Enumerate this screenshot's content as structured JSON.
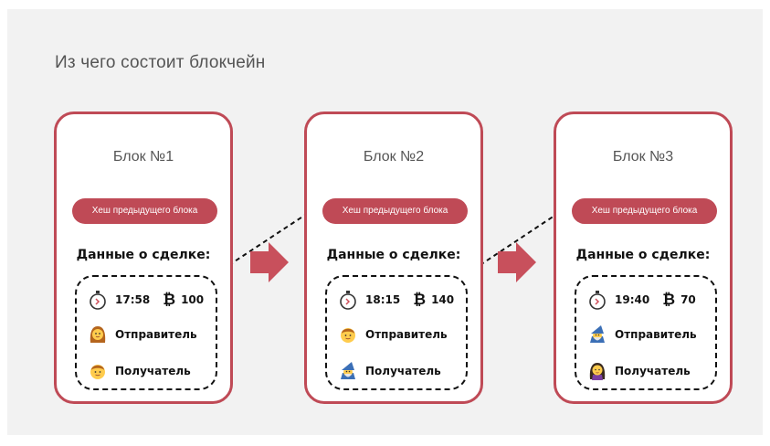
{
  "title": "Из чего состоит блокчейн",
  "colors": {
    "accent": "#bf4a56",
    "background": "#f2f2f2",
    "text": "#555555"
  },
  "blocks": [
    {
      "title": "Блок №1",
      "hash_label": "Хеш предыдущего блока",
      "deal_label": "Данные о сделке:",
      "time": "17:58",
      "btc_symbol": "₿",
      "amount": "100",
      "sender": {
        "label": "Отправитель",
        "icon": "woman-icon"
      },
      "receiver": {
        "label": "Получатель",
        "icon": "man-icon"
      }
    },
    {
      "title": "Блок №2",
      "hash_label": "Хеш предыдущего блока",
      "deal_label": "Данные о сделке:",
      "time": "18:15",
      "btc_symbol": "₿",
      "amount": "140",
      "sender": {
        "label": "Отправитель",
        "icon": "man-icon"
      },
      "receiver": {
        "label": "Получатель",
        "icon": "wizard-icon"
      }
    },
    {
      "title": "Блок №3",
      "hash_label": "Хеш предыдущего блока",
      "deal_label": "Данные о сделке:",
      "time": "19:40",
      "btc_symbol": "₿",
      "amount": "70",
      "sender": {
        "label": "Отправитель",
        "icon": "wizard-icon"
      },
      "receiver": {
        "label": "Получатель",
        "icon": "woman-judge-icon"
      }
    }
  ]
}
